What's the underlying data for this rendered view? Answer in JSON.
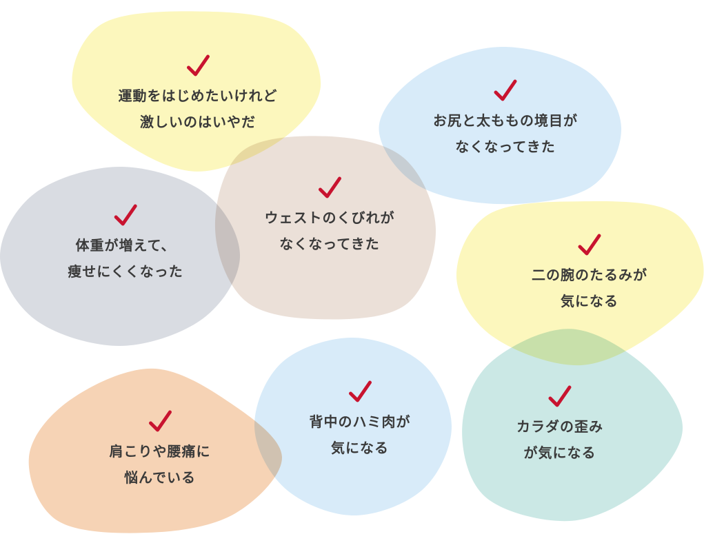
{
  "accent_color": "#c8132f",
  "items": [
    {
      "line1": "運動をはじめたいけれど",
      "line2": "激しいのはいやだ",
      "color": "#fcf7bd",
      "icon": "check-icon"
    },
    {
      "line1": "お尻と太ももの境目が",
      "line2": "なくなってきた",
      "color": "#d8ebf9",
      "icon": "check-icon"
    },
    {
      "line1": "体重が増えて、",
      "line2": "痩せにくくなった",
      "color": "#d9dce2",
      "icon": "check-icon"
    },
    {
      "line1": "ウェストのくびれが",
      "line2": "なくなってきた",
      "color": "#ebe0d8",
      "icon": "check-icon"
    },
    {
      "line1": "二の腕のたるみが",
      "line2": "気になる",
      "color": "#fcf7bd",
      "icon": "check-icon"
    },
    {
      "line1": "背中のハミ肉が",
      "line2": "気になる",
      "color": "#d8ebf9",
      "icon": "check-icon"
    },
    {
      "line1": "カラダの歪み",
      "line2": "が気になる",
      "color": "#cbe8e5",
      "icon": "check-icon"
    },
    {
      "line1": "肩こりや腰痛に",
      "line2": "悩んでいる",
      "color": "#f6d3b5",
      "icon": "check-icon"
    }
  ]
}
